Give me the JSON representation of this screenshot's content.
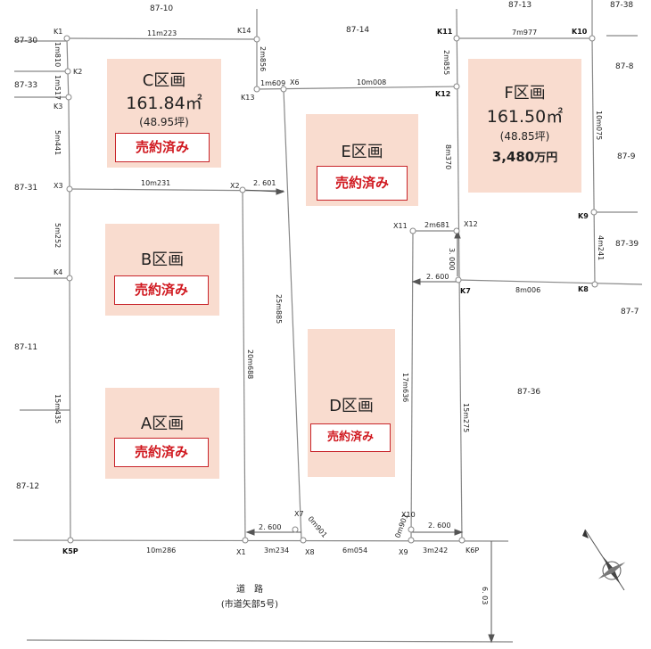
{
  "blocks": {
    "A": {
      "title": "A区画",
      "status": "売約済み"
    },
    "B": {
      "title": "B区画",
      "status": "売約済み"
    },
    "C": {
      "title": "C区画",
      "area": "161.84㎡",
      "tsubo": "(48.95坪)",
      "status": "売約済み"
    },
    "D": {
      "title": "D区画",
      "status": "売約済み"
    },
    "E": {
      "title": "E区画",
      "status": "売約済み"
    },
    "F": {
      "title": "F区画",
      "area": "161.50㎡",
      "tsubo": "(48.85坪)",
      "price_num": "3,480",
      "price_unit": "万円"
    }
  },
  "neighbors": {
    "n87_10": "87-10",
    "n87_14": "87-14",
    "n87_13": "87-13",
    "n87_38": "87-38",
    "n87_30": "87-30",
    "n87_33": "87-33",
    "n87_31": "87-31",
    "n87_11": "87-11",
    "n87_12": "87-12",
    "n87_8": "87-8",
    "n87_9": "87-9",
    "n87_39": "87-39",
    "n87_7": "87-7",
    "n87_36": "87-36"
  },
  "points": {
    "K1": "K1",
    "K2": "K2",
    "K3": "K3",
    "X3": "X3",
    "K4": "K4",
    "K5P": "K5P",
    "K14": "K14",
    "K13": "K13",
    "X6": "X6",
    "X2": "X2",
    "X1": "X1",
    "X7": "X7",
    "X8": "X8",
    "X9": "X9",
    "X10": "X10",
    "X11": "X11",
    "X12": "X12",
    "K11": "K11",
    "K12": "K12",
    "K10": "K10",
    "K9": "K9",
    "K8": "K8",
    "K7": "K7",
    "K6P": "K6P"
  },
  "dims": {
    "d11m223": "11m223",
    "d1m810": "1m810",
    "d1m517": "1m517",
    "d5m441": "5m441",
    "d10m231": "10m231",
    "d2601": "2. 601",
    "d5m252": "5m252",
    "d15m435": "15m435",
    "d10m286": "10m286",
    "d2m856": "2m856",
    "d1m609": "1m609",
    "d10m008": "10m008",
    "d25m885": "25m885",
    "d20m688": "20m688",
    "d2600a": "2. 600",
    "d0m901a": "0m901",
    "d3m234": "3m234",
    "d6m054": "6m054",
    "d0m901b": "0m901",
    "d3m242": "3m242",
    "d2600b": "2. 600",
    "d17m636": "17m636",
    "d2m681": "2m681",
    "d3000": "3. 000",
    "d2600c": "2. 600",
    "d2m855": "2m855",
    "d7m977": "7m977",
    "d8m370": "8m370",
    "d10m075": "10m075",
    "d4m241": "4m241",
    "d8m006": "8m006",
    "d15m275": "15m275",
    "d6m03": "6. 03"
  },
  "road": {
    "line1": "道　路",
    "line2": "(市道矢部5号)"
  },
  "colors": {
    "block_fill": "#f9dccf",
    "sold_red": "#d0181f",
    "line": "#888888"
  }
}
